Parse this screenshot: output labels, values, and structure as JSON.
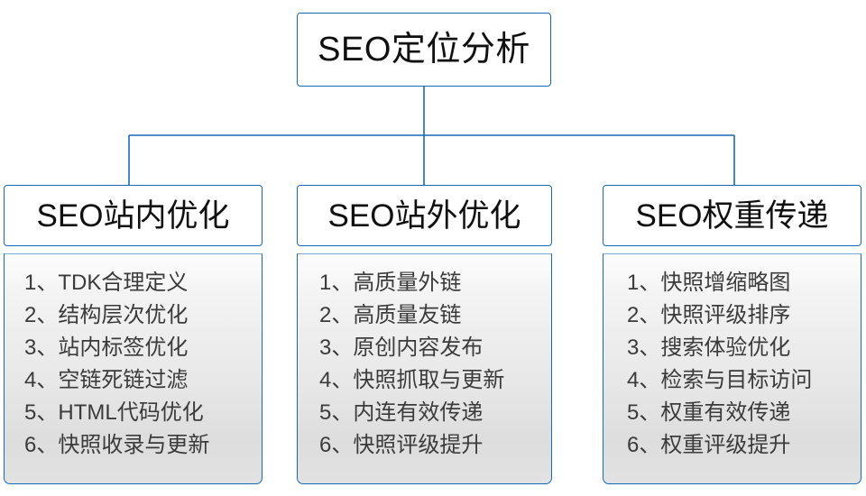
{
  "root": {
    "title": "SEO定位分析"
  },
  "colors": {
    "border": "#1668b8",
    "text": "#101010",
    "item_text": "#3b3b3b",
    "body_fill_top": "#fdfdfd",
    "body_fill_bottom": "#dddddd"
  },
  "branches": [
    {
      "title": "SEO站内优化",
      "items": [
        {
          "index": "1、",
          "label": "TDK合理定义"
        },
        {
          "index": "2、",
          "label": "结构层次优化"
        },
        {
          "index": "3、",
          "label": "站内标签优化"
        },
        {
          "index": "4、",
          "label": "空链死链过滤"
        },
        {
          "index": "5、",
          "label": "HTML代码优化"
        },
        {
          "index": "6、",
          "label": "快照收录与更新"
        }
      ]
    },
    {
      "title": "SEO站外优化",
      "items": [
        {
          "index": "1、",
          "label": "高质量外链"
        },
        {
          "index": "2、",
          "label": "高质量友链"
        },
        {
          "index": "3、",
          "label": "原创内容发布"
        },
        {
          "index": "4、",
          "label": "快照抓取与更新"
        },
        {
          "index": "5、",
          "label": "内连有效传递"
        },
        {
          "index": "6、",
          "label": "快照评级提升"
        }
      ]
    },
    {
      "title": "SEO权重传递",
      "items": [
        {
          "index": "1、",
          "label": "快照增缩略图"
        },
        {
          "index": "2、",
          "label": "快照评级排序"
        },
        {
          "index": "3、",
          "label": "搜索体验优化"
        },
        {
          "index": "4、",
          "label": "检索与目标访问"
        },
        {
          "index": "5、",
          "label": "权重有效传递"
        },
        {
          "index": "6、",
          "label": "权重评级提升"
        }
      ]
    }
  ]
}
